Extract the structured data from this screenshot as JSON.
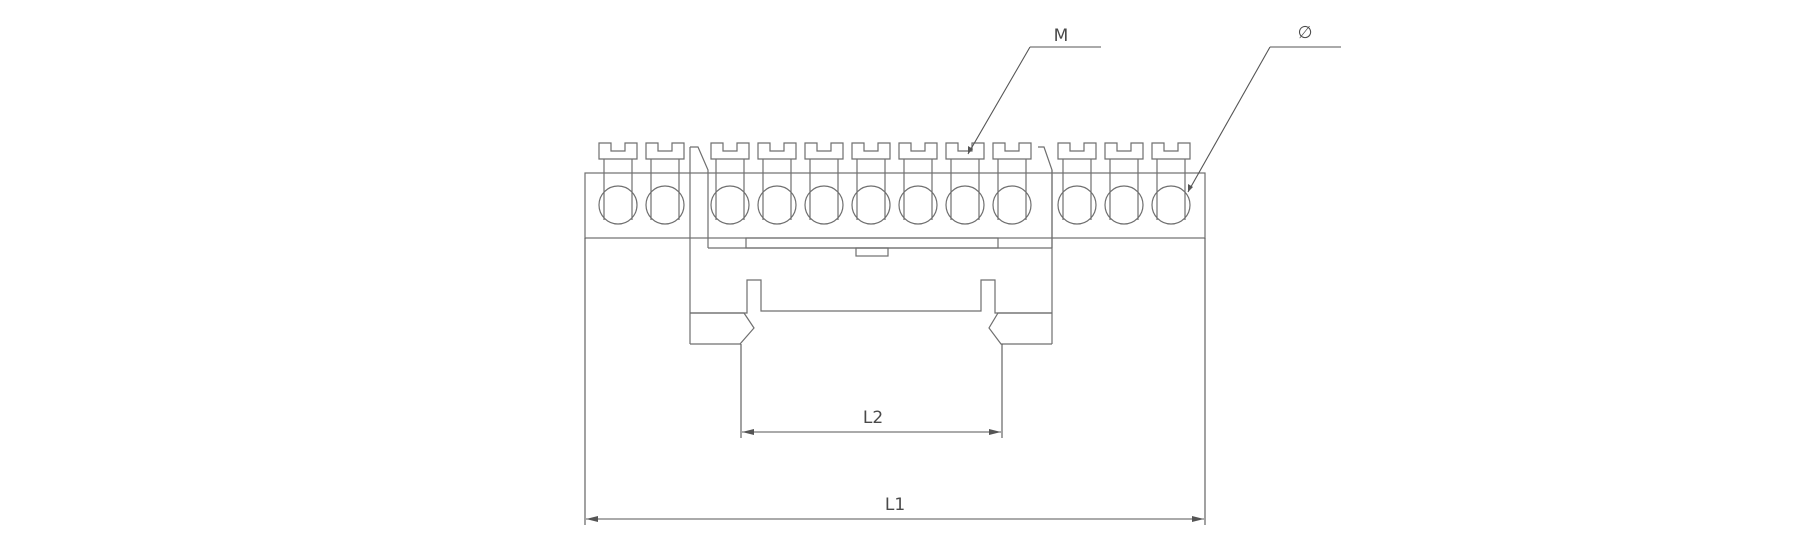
{
  "labels": {
    "thread": "M",
    "hole_diameter": "∅",
    "rail_width": "L2",
    "overall_length": "L1"
  },
  "terminal_count": 12,
  "colors": {
    "line": "#6f6f6f",
    "dimension": "#555555",
    "text": "#4a4a4a",
    "background": "#ffffff"
  }
}
